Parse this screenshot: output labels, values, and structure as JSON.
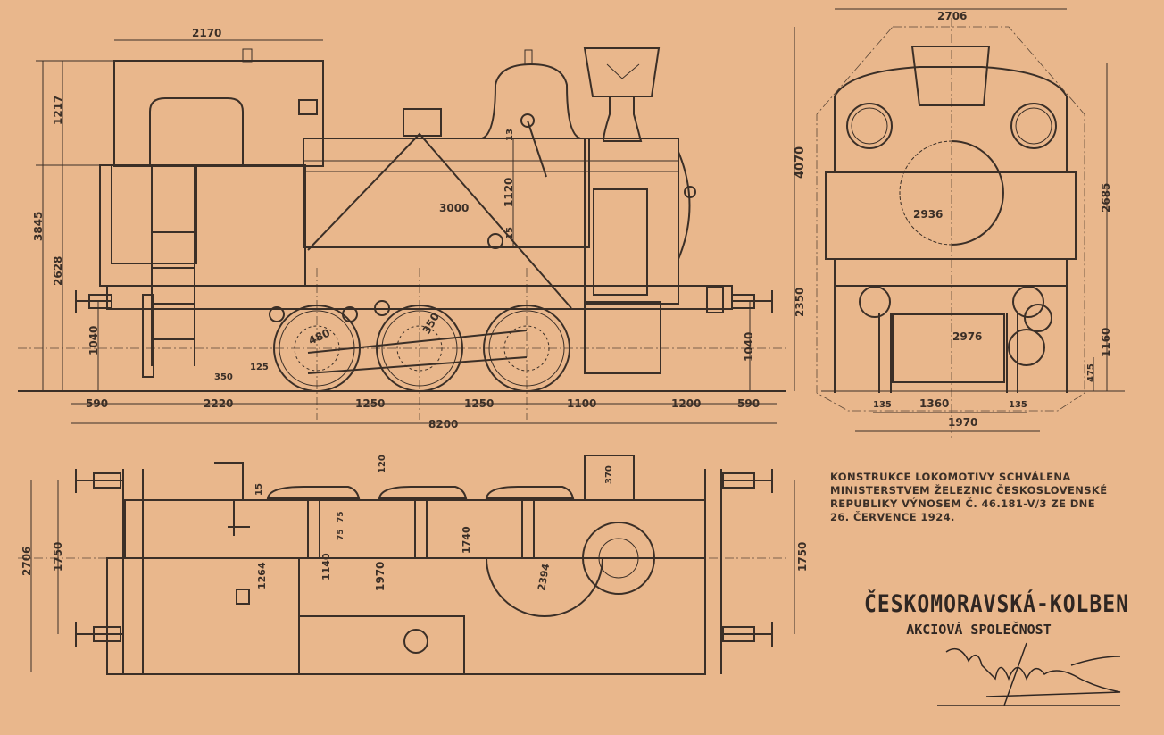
{
  "side_view": {
    "dims": {
      "cab_length": "2170",
      "cab_height": "1217",
      "total_height": "3845",
      "boiler_height": "2628",
      "buffer_height_left": "1040",
      "buffer_height_right": "1040",
      "tube_length": "3000",
      "dome_height": "1120",
      "dome_small_a": "13",
      "dome_small_b": "15",
      "wheel_crank": "480",
      "wheel_radius": "350",
      "rear_350": "350",
      "rear_125": "125",
      "overall_length": "8200"
    },
    "spacing": [
      "590",
      "2220",
      "1250",
      "1250",
      "1100",
      "1200",
      "590"
    ]
  },
  "front_view": {
    "dims": {
      "width": "2706",
      "height": "4070",
      "boiler_axis": "2685",
      "buffer_line": "2350",
      "lower": "1160",
      "footstep": "475",
      "boiler_diam": "2936",
      "lower_width": "2976",
      "wheel_left": "135",
      "gauge_inner": "1360",
      "wheel_right": "135",
      "frame_outer": "1970"
    }
  },
  "plan_view": {
    "dims": {
      "overall_width": "2706",
      "buffer_spacing_left": "1750",
      "buffer_spacing_right": "1750",
      "d120": "120",
      "d15": "15",
      "d75a": "75",
      "d75b": "75",
      "d1740": "1740",
      "d370": "370",
      "d1264": "1264",
      "d1140": "1140",
      "d1970": "1970",
      "d2394": "2394"
    }
  },
  "approval_text": [
    "KONSTRUKCE LOKOMOTIVY SCHVÁLENA",
    "MINISTERSTVEM ŽELEZNIC ČESKOSLOVENSKÉ",
    "REPUBLIKY VÝNOSEM Č. 46.181-V/3 ZE DNE",
    "26. ČERVENCE 1924."
  ],
  "stamp": {
    "company": "ČESKOMORAVSKÁ-KOLBEN",
    "subtitle": "AKCIOVÁ SPOLEČNOST"
  },
  "colors": {
    "paper": "#e9b78c",
    "ink": "#3b2f27"
  }
}
